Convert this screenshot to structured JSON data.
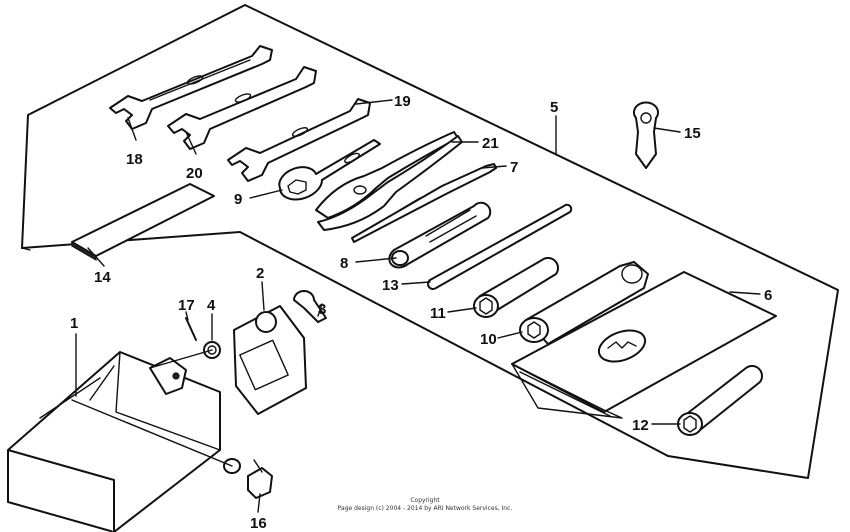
{
  "callouts": {
    "c1": "1",
    "c2": "2",
    "c3": "3",
    "c4": "4",
    "c5": "5",
    "c6": "6",
    "c7": "7",
    "c8": "8",
    "c9": "9",
    "c10": "10",
    "c11": "11",
    "c12": "12",
    "c13": "13",
    "c14": "14",
    "c15": "15",
    "c16": "16",
    "c17": "17",
    "c18": "18",
    "c19": "19",
    "c20": "20",
    "c21": "21"
  },
  "footer": {
    "copyright_title": "Copyright",
    "copyright_line": "Page design (c) 2004 - 2014 by ARI Network Services, Inc."
  }
}
